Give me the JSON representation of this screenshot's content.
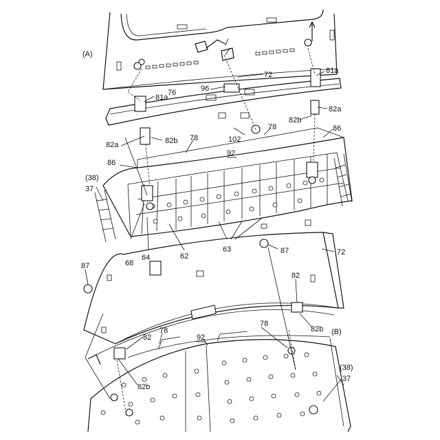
{
  "labels": {
    "view_a": "(A)",
    "view_b": "(B)",
    "l72_top": "72",
    "l81a_right": "81a",
    "l81a_left": "81a",
    "l76": "76",
    "l96": "96",
    "l82b_top_right": "82b",
    "l82a_right": "82a",
    "l78_upper": "78",
    "l86_right": "86",
    "l102": "102",
    "l82a_left": "82a",
    "l82b_left": "82b",
    "l78_mid": "78",
    "l92_upper": "92",
    "l86_left": "86",
    "l38_left": "(38)",
    "l37_left": "37",
    "l68": "68",
    "l64": "64",
    "l62": "62",
    "l63": "63",
    "l87_right": "87",
    "l72_mid": "72",
    "l87_left": "87",
    "l82_right": "82",
    "l82b_bottom_right": "82b",
    "l82_left": "82",
    "l78_lower_left": "78",
    "l92_lower": "92",
    "l78_lower_right": "78",
    "l38_right": "(38)",
    "l37_right": "37",
    "l82b_bottom_left": "82b"
  }
}
